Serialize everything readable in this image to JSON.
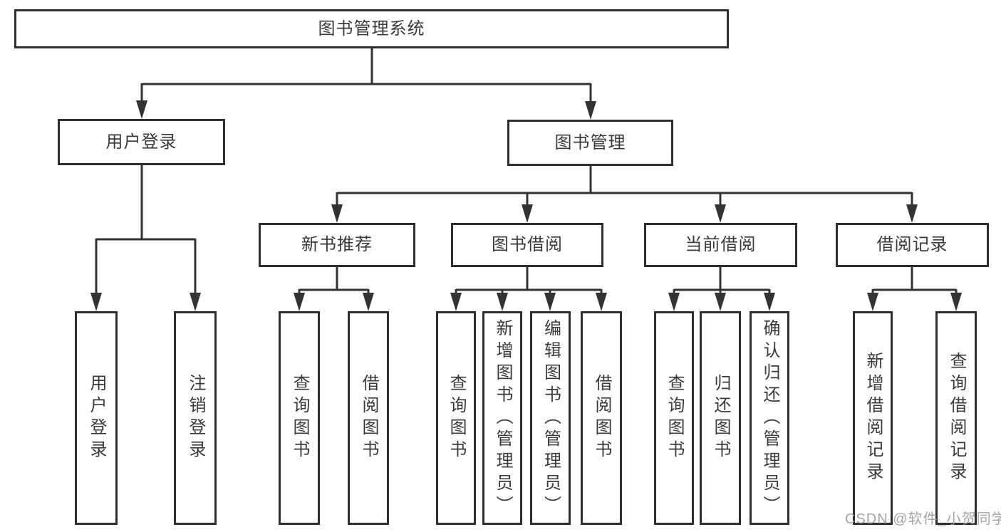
{
  "diagram": {
    "root": {
      "label": "图书管理系统"
    },
    "branches": [
      {
        "label": "用户登录",
        "children": [
          {
            "label": "用户登录"
          },
          {
            "label": "注销登录"
          }
        ]
      },
      {
        "label": "图书管理",
        "children": [
          {
            "label": "新书推荐",
            "children": [
              {
                "label": "查询图书"
              },
              {
                "label": "借阅图书"
              }
            ]
          },
          {
            "label": "图书借阅",
            "children": [
              {
                "label": "查询图书"
              },
              {
                "label": "新增图书（管理员）"
              },
              {
                "label": "编辑图书（管理员）"
              },
              {
                "label": "借阅图书"
              }
            ]
          },
          {
            "label": "当前借阅",
            "children": [
              {
                "label": "查询图书"
              },
              {
                "label": "归还图书"
              },
              {
                "label": "确认归还（管理员）"
              }
            ]
          },
          {
            "label": "借阅记录",
            "children": [
              {
                "label": "新增借阅记录"
              },
              {
                "label": "查询借阅记录"
              }
            ]
          }
        ]
      }
    ]
  },
  "watermark": {
    "text": "CSDN @软件_小贺同学"
  },
  "colors": {
    "line": "#333333",
    "box_border": "#2e2e2e",
    "text": "#3a3a3a",
    "watermark": "#9b9b9b",
    "background": "#ffffff"
  }
}
